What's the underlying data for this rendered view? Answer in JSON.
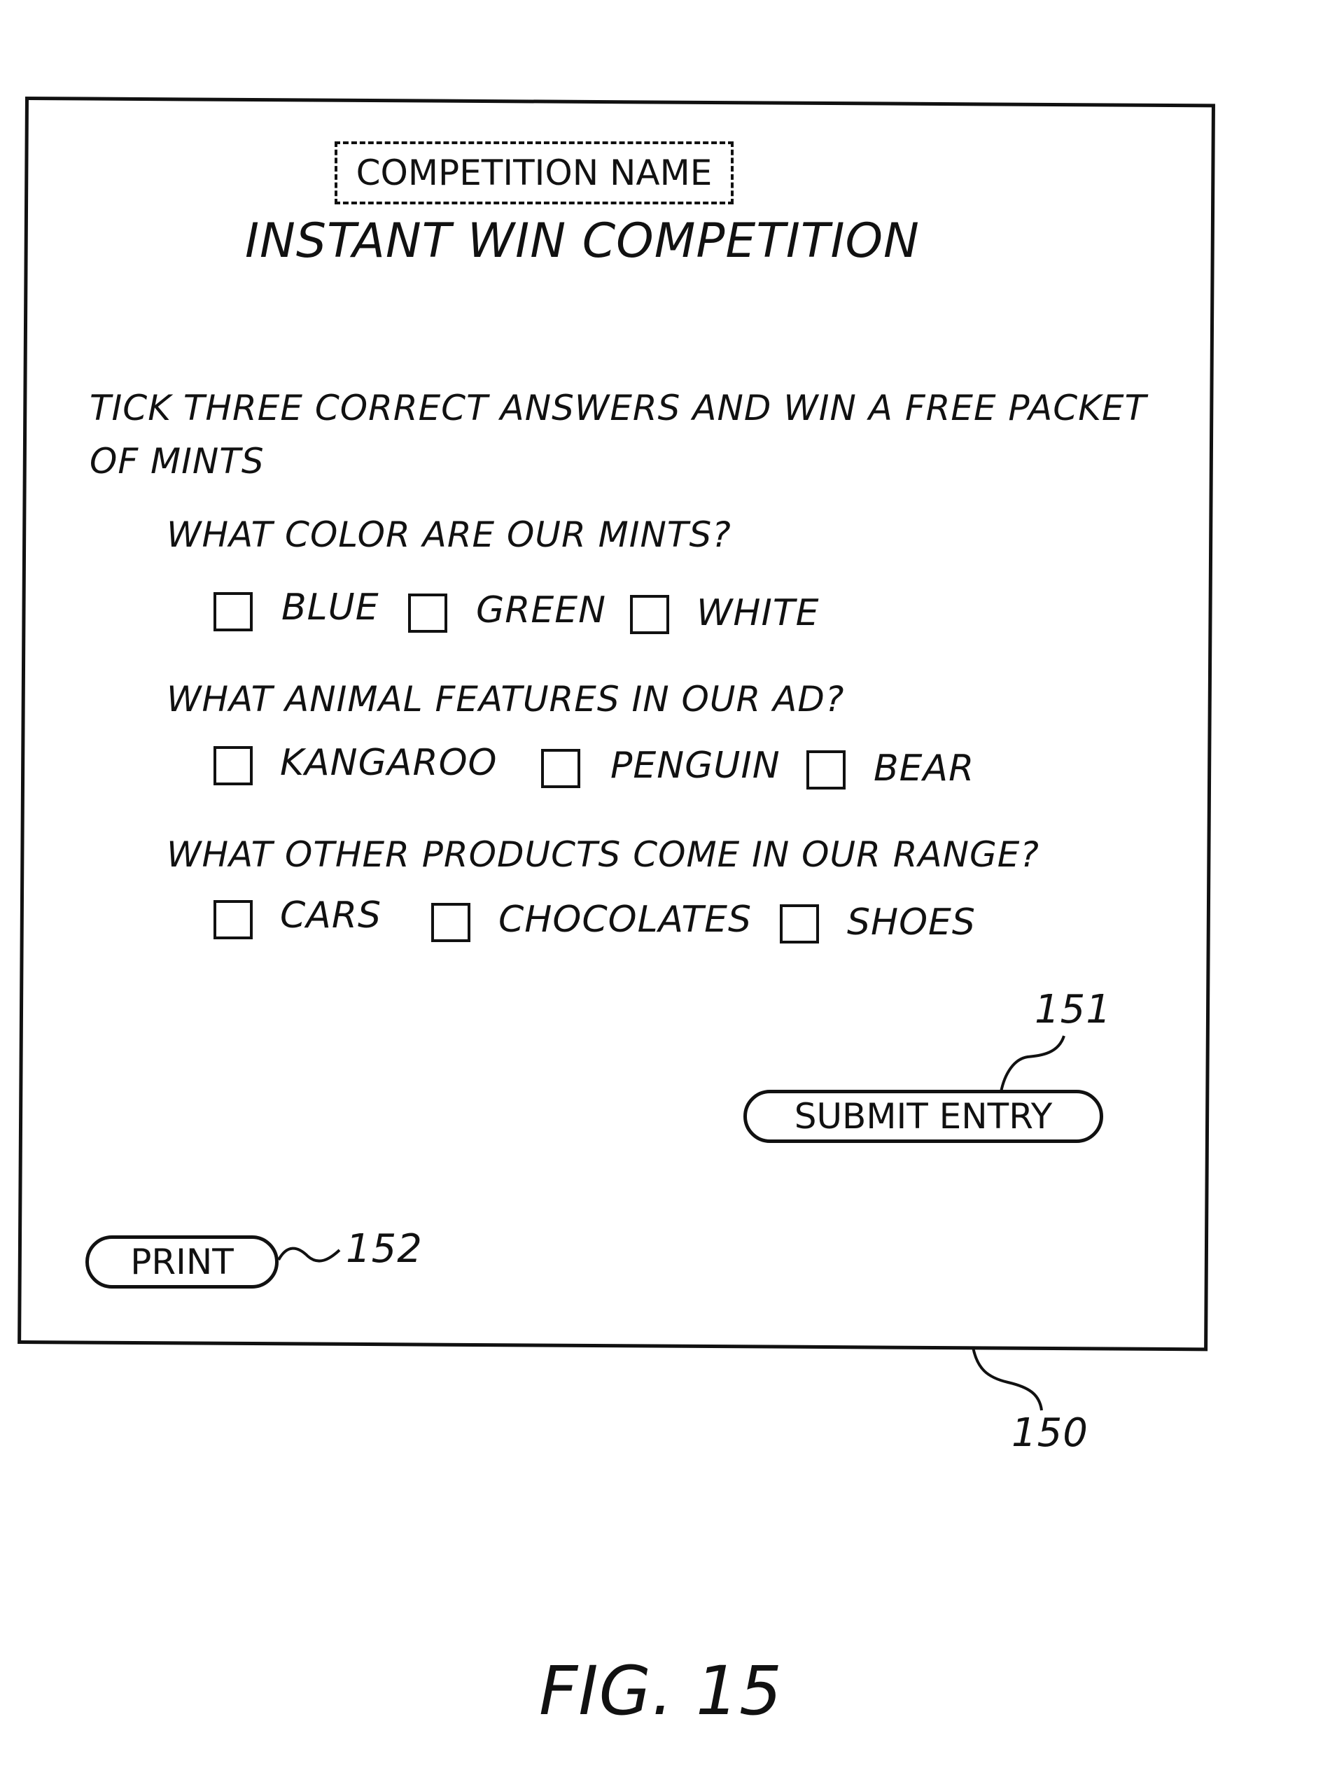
{
  "panel": {
    "competition_name": "COMPETITION NAME",
    "title": "INSTANT WIN COMPETITION",
    "intro": "TICK THREE CORRECT ANSWERS AND WIN A FREE PACKET OF MINTS",
    "questions": [
      {
        "text": "WHAT COLOR ARE OUR MINTS?",
        "options": [
          "BLUE",
          "GREEN",
          "WHITE"
        ]
      },
      {
        "text": "WHAT ANIMAL FEATURES IN OUR AD?",
        "options": [
          "KANGAROO",
          "PENGUIN",
          "BEAR"
        ]
      },
      {
        "text": "WHAT OTHER PRODUCTS COME IN OUR RANGE?",
        "options": [
          "CARS",
          "CHOCOLATES",
          "SHOES"
        ]
      }
    ],
    "submit_label": "SUBMIT ENTRY",
    "print_label": "PRINT"
  },
  "refs": {
    "panel": "150",
    "submit": "151",
    "print": "152"
  },
  "figure_label": "FIG. 15"
}
